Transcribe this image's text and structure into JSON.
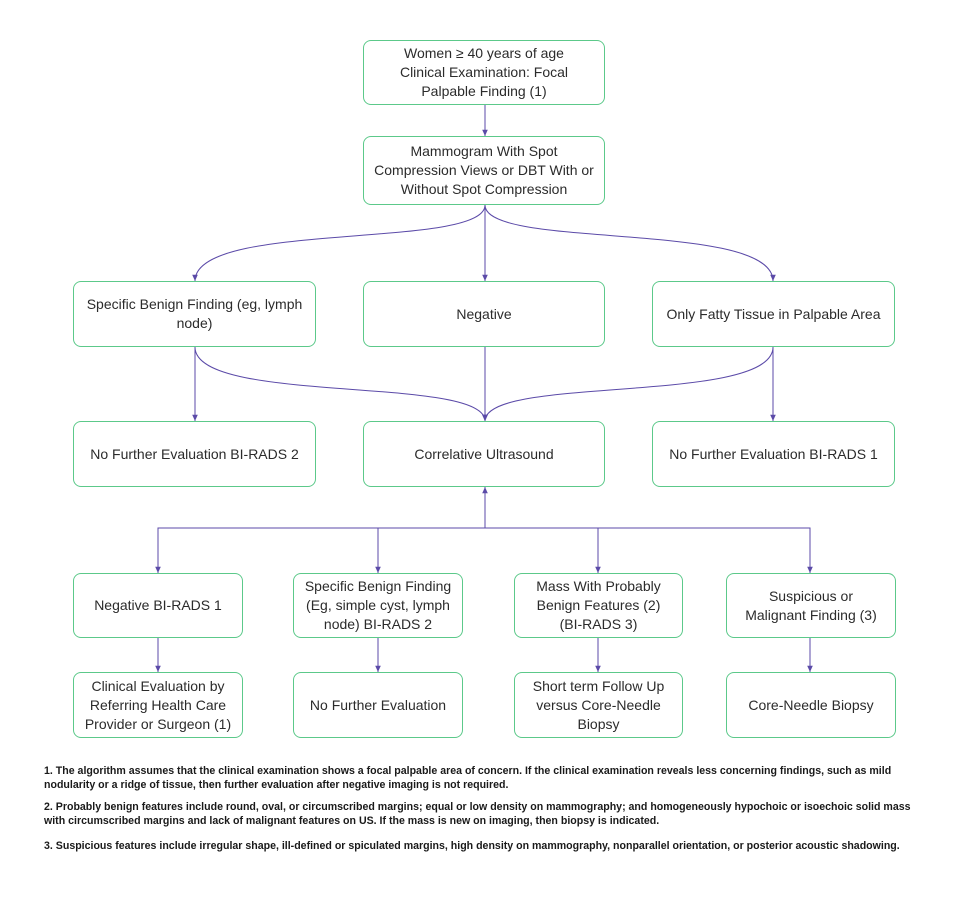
{
  "nodes": {
    "start": "Women ≥ 40 years of age\nClinical Examination: Focal Palpable Finding (1)",
    "mammogram": "Mammogram With Spot Compression Views or DBT With or Without Spot Compression",
    "specific_benign": "Specific Benign Finding (eg, lymph node)",
    "negative": "Negative",
    "fatty": "Only Fatty Tissue in Palpable Area",
    "no_further_2": "No Further Evaluation BI-RADS 2",
    "correlative_us": "Correlative Ultrasound",
    "no_further_1": "No Further Evaluation BI-RADS 1",
    "us_negative": "Negative BI-RADS 1",
    "us_specific_benign": "Specific Benign Finding (Eg, simple cyst, lymph node) BI-RADS 2",
    "us_probably_benign": "Mass With Probably Benign Features (2) (BI-RADS 3)",
    "us_suspicious": "Suspicious or Malignant Finding (3)",
    "clinical_eval": "Clinical Evaluation by Referring Health Care Provider or Surgeon (1)",
    "no_further_eval": "No Further Evaluation",
    "short_term": "Short term Follow Up versus Core-Needle Biopsy",
    "core_needle": "Core-Needle Biopsy"
  },
  "footnotes": [
    "1. The algorithm assumes that the clinical examination shows a focal palpable area of concern. If the clinical examination reveals less concerning findings, such as mild nodularity or a ridge of tissue, then further evaluation after negative imaging is not required.",
    "2. Probably benign features include round, oval, or circumscribed margins; equal or low density on mammography; and homogeneously hypochoic or isoechoic solid mass with circumscribed margins and lack of malignant features on US. If the mass is new on imaging, then biopsy is indicated.",
    "3. Suspicious features include irregular shape, ill-defined or spiculated margins, high density on mammography, nonparallel orientation, or posterior acoustic shadowing."
  ],
  "colors": {
    "node_border": "#5cc98a",
    "edge": "#5b4aa8"
  }
}
